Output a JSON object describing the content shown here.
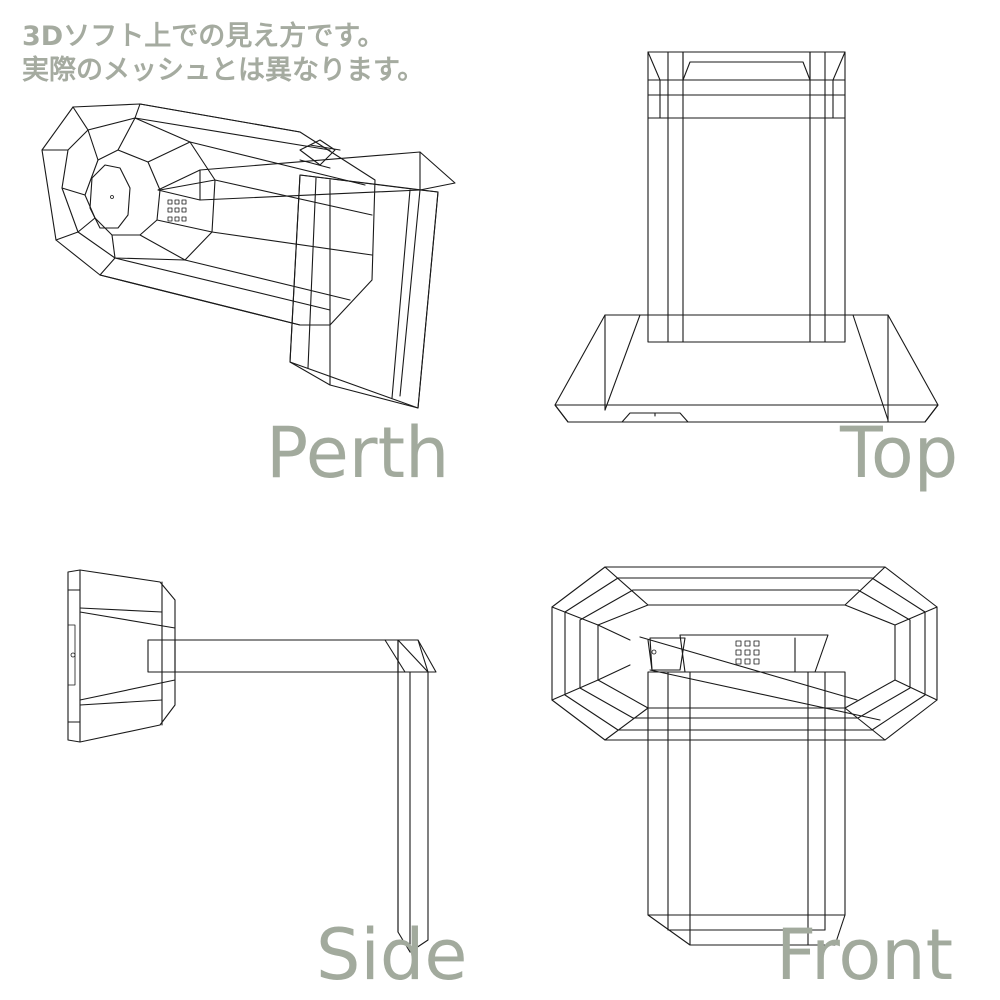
{
  "note": {
    "line1": "3Dソフト上での見え方です。",
    "line2": "実際のメッシュとは異なります。"
  },
  "views": {
    "perspective": {
      "label": "Perth"
    },
    "top": {
      "label": "Top"
    },
    "side": {
      "label": "Side"
    },
    "front": {
      "label": "Front"
    }
  },
  "colors": {
    "label_gray": "#a2aa9d",
    "note_gray": "#a5aba0",
    "wire_stroke": "#1a1a1a",
    "background": "#ffffff"
  }
}
